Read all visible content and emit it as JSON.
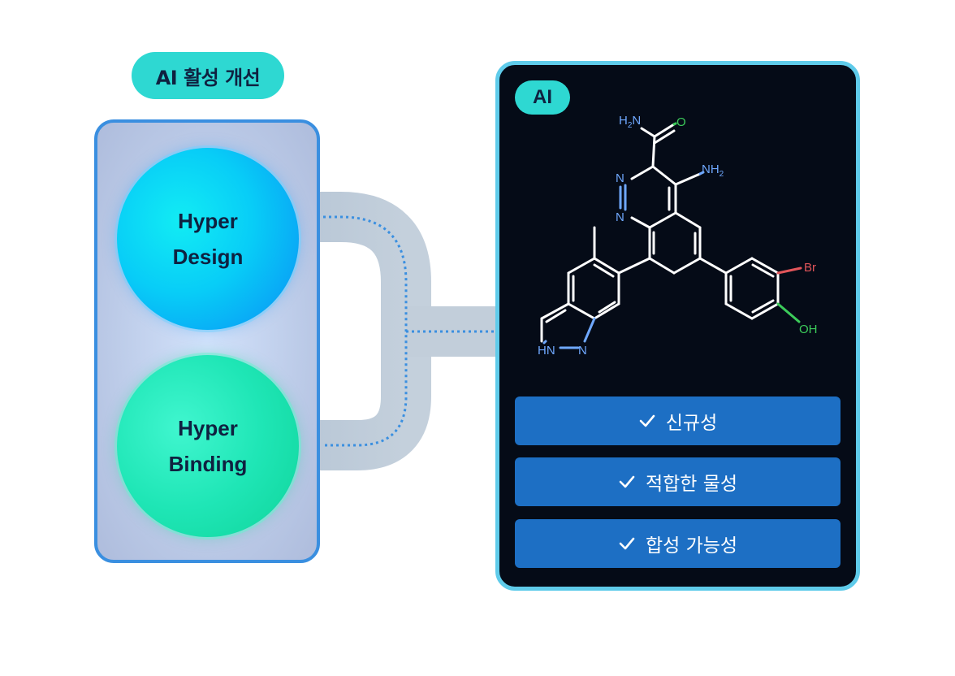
{
  "header": {
    "title": "AI 활성 개선"
  },
  "left_panel": {
    "hyper_design": {
      "line1": "Hyper",
      "line2": "Design"
    },
    "hyper_binding": {
      "line1": "Hyper",
      "line2": "Binding"
    }
  },
  "ai_panel": {
    "badge": "AI",
    "molecule_labels": {
      "h2n": "H",
      "h2n_sub": "2",
      "h2n_n": "N",
      "o": "O",
      "nh2": "NH",
      "nh2_sub": "2",
      "n1": "N",
      "n2": "N",
      "br": "Br",
      "oh": "OH",
      "hn": "HN",
      "n3": "N"
    },
    "criteria": [
      "신규성",
      "적합한 물성",
      "합성 가능성"
    ]
  },
  "colors": {
    "accent": "#2ed8d2",
    "panel_border": "#3a8fe0",
    "ai_border": "#5fcbea",
    "ai_bg": "#050b17",
    "button": "#1d6fc4",
    "nitrogen": "#6fa8ff",
    "oxygen": "#3ccb5a",
    "bromine": "#e2555a"
  },
  "icons": {
    "check": "check-icon"
  }
}
